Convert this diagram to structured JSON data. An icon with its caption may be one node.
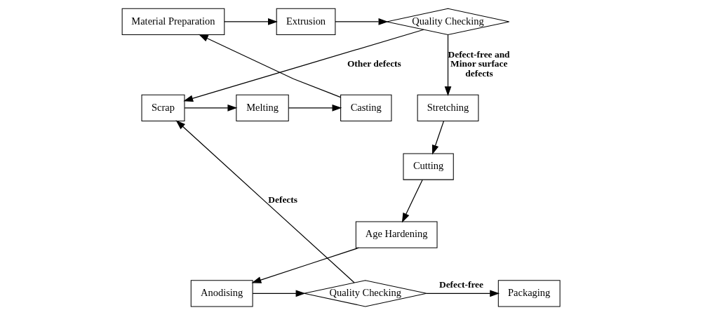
{
  "diagram": {
    "nodes": [
      {
        "text": [
          "Material Preparation"
        ]
      },
      {
        "text": [
          "Extrusion"
        ]
      },
      {
        "text": [
          "Quality Checking"
        ]
      },
      {
        "text": [
          "Stretching"
        ]
      },
      {
        "text": [
          "Cutting"
        ]
      },
      {
        "text": [
          "Scrap"
        ]
      },
      {
        "text": [
          "Melting"
        ]
      },
      {
        "text": [
          "Casting"
        ]
      },
      {
        "text": [
          "Age Hardening"
        ]
      },
      {
        "text": [
          "Packaging"
        ]
      },
      {
        "text": [
          "Quality Checking"
        ]
      },
      {
        "text": [
          "Anodising"
        ]
      }
    ],
    "edges": [
      {
        "from": 0,
        "to": 1,
        "arrow": "to"
      },
      {
        "from": 1,
        "to": 2,
        "arrow": "to"
      },
      {
        "from": 2,
        "to": 3,
        "arrow": "to",
        "label": "Defect-free and Minor surface defects"
      },
      {
        "from": 2,
        "to": 5,
        "arrow": "to",
        "label": "Other defects"
      },
      {
        "from": 3,
        "to": 4,
        "arrow": "to"
      },
      {
        "from": 4,
        "to": 8,
        "arrow": "to"
      },
      {
        "from": 8,
        "to": 11,
        "arrow": "to"
      },
      {
        "from": 11,
        "to": 10,
        "arrow": "to"
      },
      {
        "from": 10,
        "to": 9,
        "arrow": "to",
        "label": "Defect-free"
      },
      {
        "from": 10,
        "to": 5,
        "arrow": "to",
        "label": "Defects"
      },
      {
        "from": 5,
        "to": 6,
        "arrow": "to"
      },
      {
        "from": 6,
        "to": 7,
        "arrow": "to"
      },
      {
        "from": 7,
        "to": 0,
        "arrow": "to"
      }
    ]
  }
}
